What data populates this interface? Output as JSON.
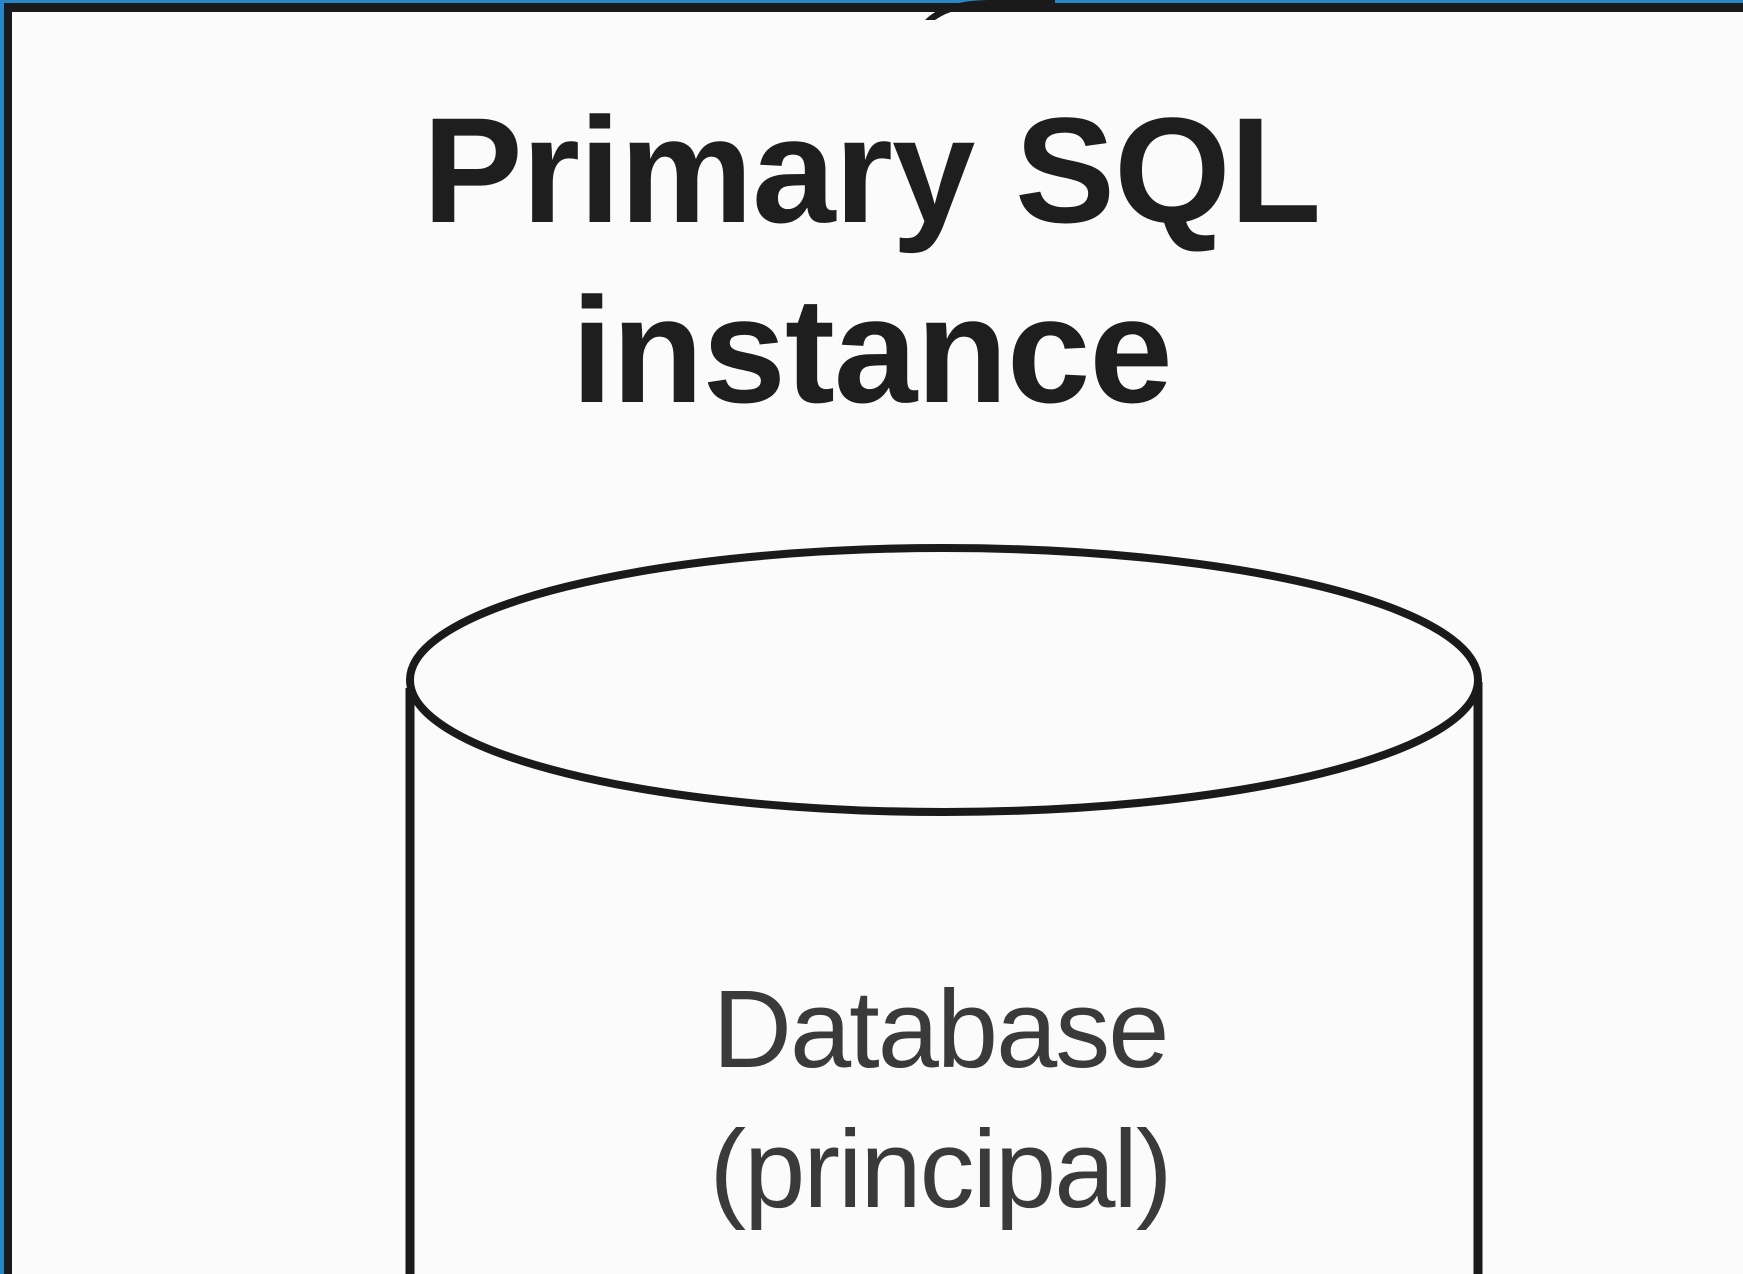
{
  "diagram": {
    "title_line_1": "Primary SQL",
    "title_line_2": "instance",
    "database_label_line_1": "Database",
    "database_label_line_2": "(principal)",
    "colors": {
      "stroke": "#1a1a1a",
      "background": "#fbfbfb",
      "accent_edge": "#2a86c6",
      "label_text": "#3a3a3a"
    }
  }
}
